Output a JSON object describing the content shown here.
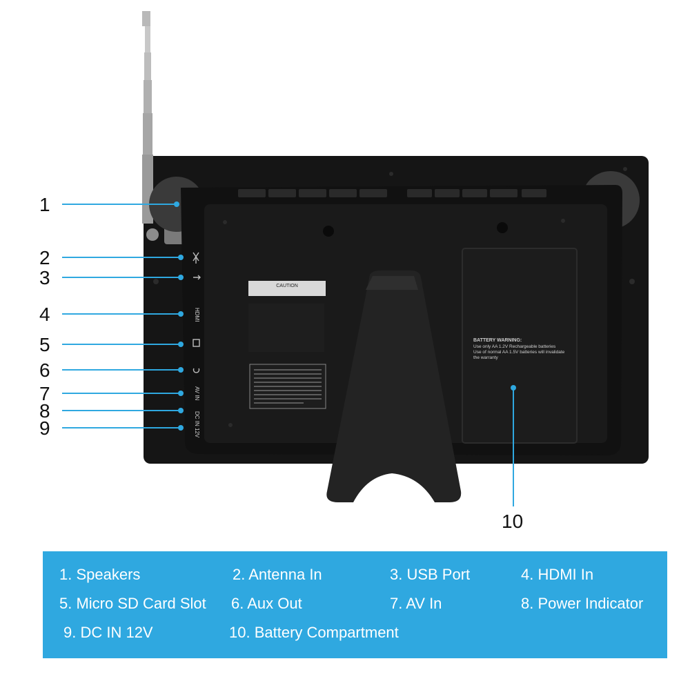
{
  "callouts": [
    "1",
    "2",
    "3",
    "4",
    "5",
    "6",
    "7",
    "8",
    "9",
    "10"
  ],
  "legend": {
    "items": [
      "1. Speakers",
      "2. Antenna In",
      "3. USB Port",
      "4. HDMI In",
      "5. Micro SD Card Slot",
      "6. Aux Out",
      "7. AV In",
      "8. Power Indicator",
      "9. DC IN 12V",
      "10. Battery Compartment"
    ]
  },
  "device": {
    "caution_label": "CAUTION",
    "battery_warning_title": "BATTERY WARNING:",
    "battery_warning_line1": "Use only AA 1.2V Rechargeable batteries",
    "battery_warning_line2": "Use of normal AA 1.5V batteries will invalidate",
    "battery_warning_line3": "the warranty",
    "port_labels": [
      "HDMI",
      "AV IN",
      "DC IN 12V"
    ]
  },
  "colors": {
    "accent": "#2fa8e0",
    "device_body": "#1c1c1c"
  }
}
